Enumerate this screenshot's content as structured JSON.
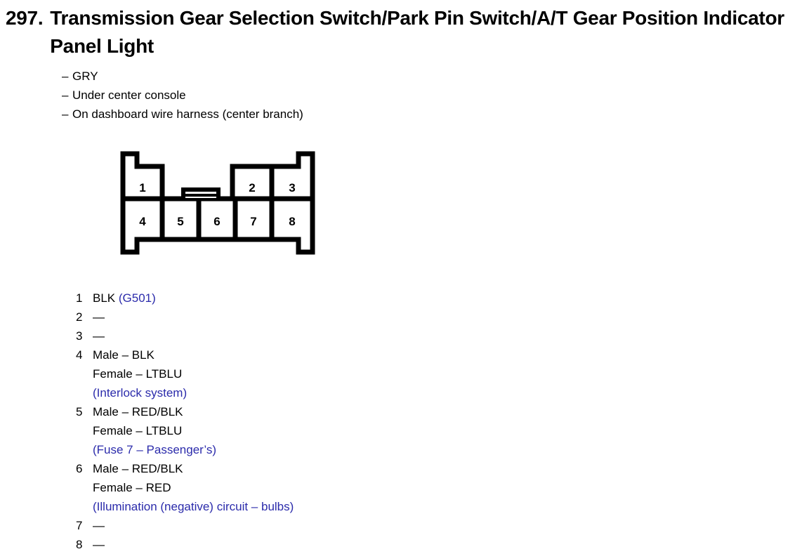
{
  "header": {
    "number": "297.",
    "title": "Transmission Gear Selection Switch/Park Pin Switch/A/T Gear Position Indicator Panel Light"
  },
  "attributes": {
    "dash": "–",
    "items": [
      "GRY",
      "Under center console",
      "On dashboard wire harness (center branch)"
    ]
  },
  "connector": {
    "name": "8-way connector diagram",
    "top_row_labels": [
      "1",
      "2",
      "3"
    ],
    "bottom_row_labels": [
      "4",
      "5",
      "6",
      "7",
      "8"
    ],
    "latch": "latch-tab"
  },
  "pin_list": [
    {
      "index": "1",
      "lines": [
        {
          "text": "BLK ",
          "color": "black"
        },
        {
          "text": "(G501)",
          "color": "note"
        }
      ],
      "line1": "BLK",
      "line1_note": "(G501)",
      "line2": "",
      "line3": ""
    },
    {
      "index": "2",
      "line1": "—",
      "line1_note": "",
      "line2": "",
      "line3": ""
    },
    {
      "index": "3",
      "line1": "—",
      "line1_note": "",
      "line2": "",
      "line3": ""
    },
    {
      "index": "4",
      "line1": "Male – BLK",
      "line1_note": "",
      "line2": "Female – LTBLU",
      "line3": "(Interlock system)"
    },
    {
      "index": "5",
      "line1": "Male – RED/BLK",
      "line1_note": "",
      "line2": "Female – LTBLU",
      "line3": "(Fuse 7 – Passenger’s)"
    },
    {
      "index": "6",
      "line1": "Male – RED/BLK",
      "line1_note": "",
      "line2": "Female – RED",
      "line3": "(Illumination (negative) circuit – bulbs)"
    },
    {
      "index": "7",
      "line1": "—",
      "line1_note": "",
      "line2": "",
      "line3": ""
    },
    {
      "index": "8",
      "line1": "—",
      "line1_note": "",
      "line2": "",
      "line3": ""
    }
  ],
  "colors": {
    "text": "#000000",
    "note": "#2b2bab",
    "background": "#ffffff",
    "outline": "#000000"
  }
}
